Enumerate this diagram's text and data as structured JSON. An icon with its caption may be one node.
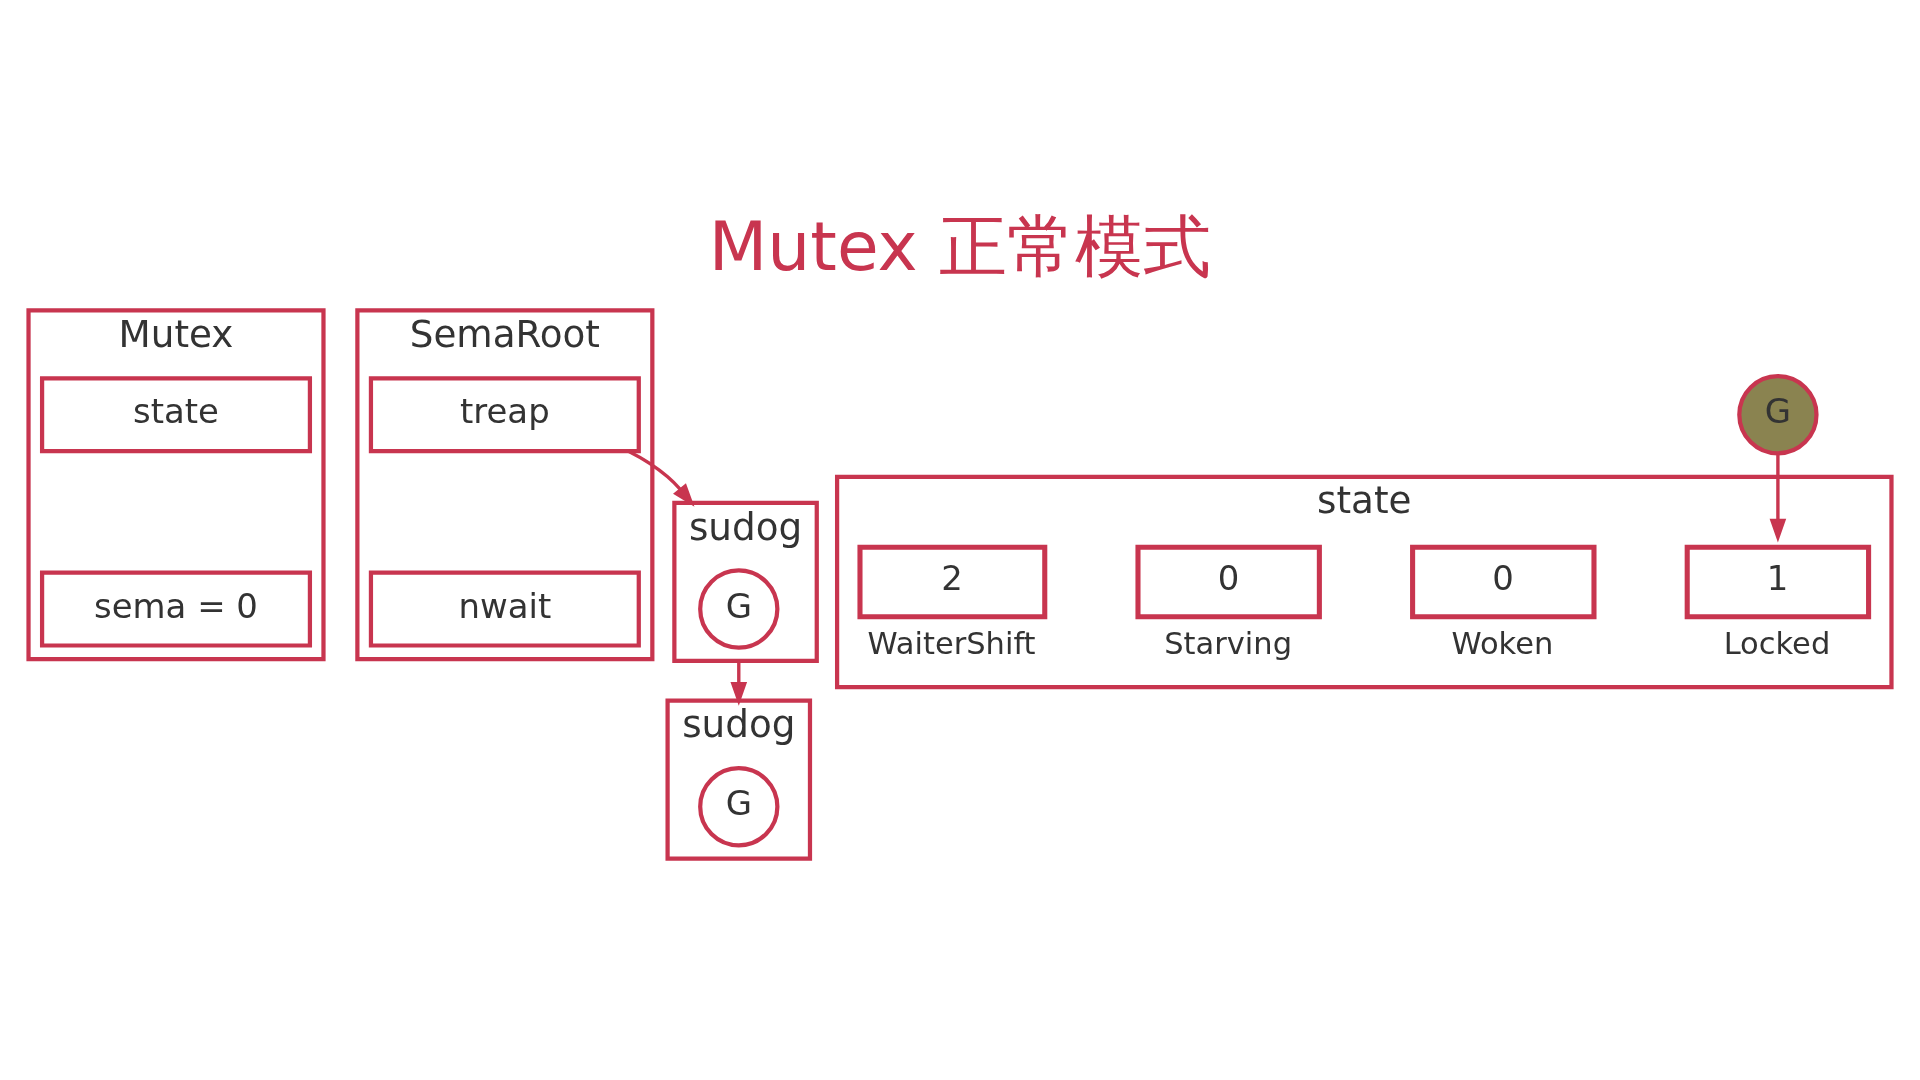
{
  "diagram": {
    "title": "Mutex 正常模式",
    "nodes": [
      {
        "text": [
          "Mutex"
        ]
      },
      {
        "text": [
          "state"
        ],
        "in": 0
      },
      {
        "text": [
          "sema = 0"
        ],
        "in": 0
      },
      {
        "text": [
          "SemaRoot"
        ]
      },
      {
        "text": [
          "treap"
        ],
        "in": 3
      },
      {
        "text": [
          "nwait"
        ],
        "in": 3
      },
      {
        "text": [
          "sudog"
        ]
      },
      {
        "text": [
          "G"
        ],
        "in": 6
      },
      {
        "text": [
          "G"
        ]
      },
      {
        "text": [
          "state"
        ]
      },
      {
        "text": [
          "2"
        ],
        "in": 9,
        "beside": [
          "WaiterShift"
        ]
      },
      {
        "text": [
          "0"
        ],
        "in": 9,
        "beside": [
          "Starving"
        ]
      },
      {
        "text": [
          "0"
        ],
        "in": 9,
        "beside": [
          "Woken"
        ]
      },
      {
        "text": [
          "1"
        ],
        "in": 9,
        "beside": [
          "Locked"
        ]
      },
      {
        "text": [
          "sudog"
        ]
      },
      {
        "text": [
          "G"
        ],
        "in": 14
      }
    ],
    "edges": [
      {
        "from": 4,
        "to": 6,
        "arrow": "to"
      },
      {
        "from": 6,
        "to": 14,
        "arrow": "to"
      },
      {
        "from": 8,
        "to": 13,
        "arrow": "to"
      }
    ]
  }
}
